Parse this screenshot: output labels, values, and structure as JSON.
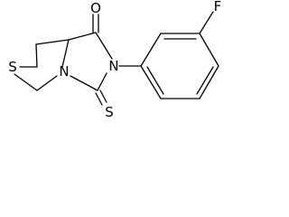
{
  "molecule": {
    "atoms": {
      "oxygen": "O",
      "fluorine": "F",
      "nitrogen_imide": "N",
      "nitrogen_ring": "N",
      "sulfur_ring": "S",
      "sulfur_thione": "S"
    }
  }
}
